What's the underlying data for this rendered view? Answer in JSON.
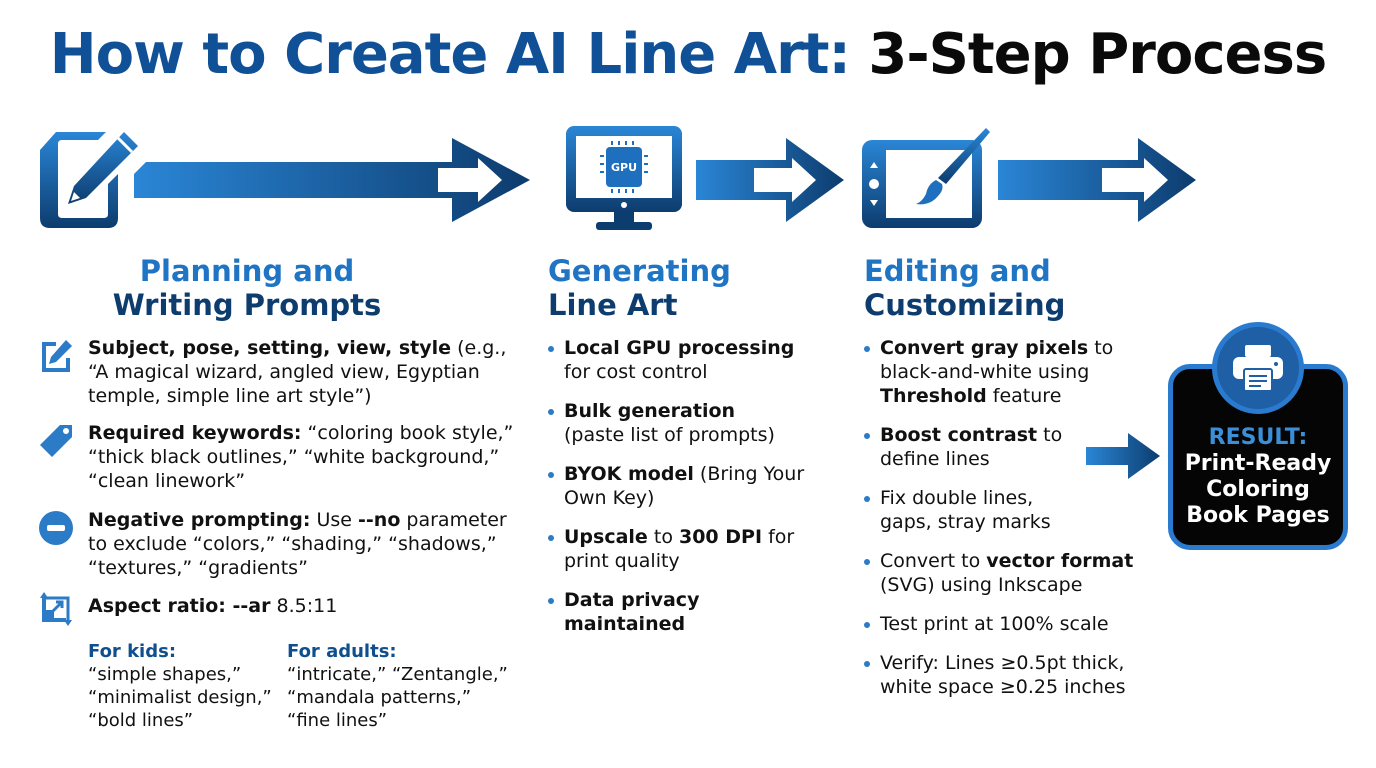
{
  "title": {
    "part1": "How to Create AI Line Art:",
    "part2": "3-Step Process"
  },
  "colors": {
    "primary_blue": "#1f74c4",
    "dark_blue": "#0d3c6e",
    "result_bg": "#050505",
    "accent_border": "#2a7bd0"
  },
  "steps": [
    {
      "icon": "document-pencil-icon",
      "title_line1": "Planning and",
      "title_line2": "Writing Prompts",
      "items": [
        {
          "icon": "edit-icon",
          "bold": "Subject, pose, setting, view, style",
          "text": " (e.g., “A magical wizard, angled view, Egyptian temple, simple line art style”)"
        },
        {
          "icon": "tag-icon",
          "bold": "Required keywords:",
          "text": " “coloring book style,” “thick black outlines,” “white background,” “clean linework”"
        },
        {
          "icon": "minus-circle-icon",
          "bold": "Negative prompting:",
          "text_before": " Use ",
          "bold2": "--no",
          "text": " parameter to exclude “colors,” “shading,” “shadows,” “textures,” “gradients”"
        },
        {
          "icon": "aspect-ratio-icon",
          "bold": "Aspect ratio: --ar",
          "text": " 8.5:11"
        }
      ],
      "audiences": [
        {
          "heading": "For kids:",
          "lines": [
            "“simple shapes,”",
            "“minimalist design,”",
            "“bold lines”"
          ]
        },
        {
          "heading": "For adults:",
          "lines": [
            "“intricate,” “Zentangle,”",
            "“mandala patterns,”",
            "“fine lines”"
          ]
        }
      ]
    },
    {
      "icon": "gpu-monitor-icon",
      "icon_label": "GPU",
      "title_line1": "Generating",
      "title_line2": "Line Art",
      "bullets": [
        {
          "bold": "Local GPU processing",
          "text": " for cost control"
        },
        {
          "bold": "Bulk generation",
          "text": " (paste list of prompts)"
        },
        {
          "bold": "BYOK model",
          "text": " (Bring Your Own Key)"
        },
        {
          "bold": "Upscale",
          "mid": " to ",
          "bold2": "300 DPI",
          "text": " for print quality"
        },
        {
          "bold": "Data privacy maintained",
          "text": ""
        }
      ]
    },
    {
      "icon": "tablet-brush-icon",
      "title_line1": "Editing and",
      "title_line2": "Customizing",
      "bullets": [
        {
          "bold": "Convert gray pixels",
          "text": " to black-and-white using ",
          "bold2": "Threshold",
          "text2": " feature"
        },
        {
          "bold": "Boost contrast",
          "text": " to define lines"
        },
        {
          "bold": "",
          "text": "Fix double lines, gaps, stray marks"
        },
        {
          "pre": "Convert to ",
          "bold": "vector format",
          "text": " (SVG) using Inkscape"
        },
        {
          "bold": "",
          "text": "Test print at 100% scale"
        },
        {
          "bold": "",
          "text": "Verify: Lines ≥0.5pt thick, white space ≥0.25 inches"
        }
      ]
    }
  ],
  "result": {
    "icon": "printer-icon",
    "label": "RESULT:",
    "lines": [
      "Print-Ready",
      "Coloring",
      "Book Pages"
    ]
  }
}
